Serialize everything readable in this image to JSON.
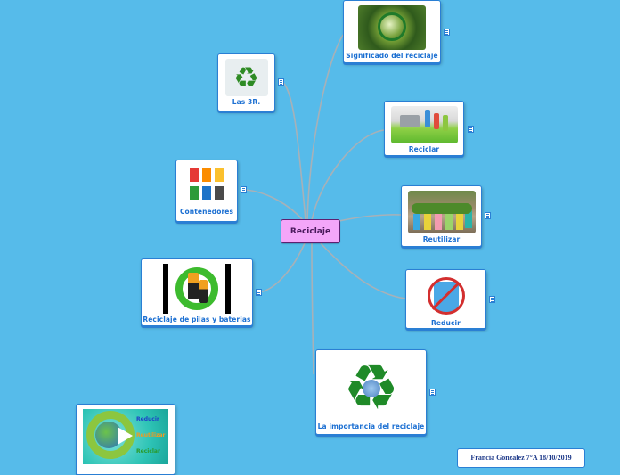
{
  "mindmap": {
    "background_color": "#56bbea",
    "central_topic": {
      "label": "Reciclaje",
      "color": "#f3a6f9",
      "border_color": "#5d1f70"
    },
    "topics": [
      {
        "id": "significado",
        "label": "Significado del reciclaje",
        "image": "earth-with-recycle-arrows",
        "has_note": true
      },
      {
        "id": "las3r",
        "label": "Las 3R.",
        "image": "recycle-symbol-reduce-reuse-recycle",
        "has_note": true
      },
      {
        "id": "reciclar",
        "label": "Reciclar",
        "image": "recycling-bins-with-bottles",
        "has_note": true
      },
      {
        "id": "contenedores",
        "label": "Contenedores",
        "image": "colored-recycling-containers",
        "has_note": true
      },
      {
        "id": "reutilizar",
        "label": "Reutilizar",
        "image": "rain-boots-used-as-planters",
        "has_note": true
      },
      {
        "id": "pilas",
        "label": "Reciclaje de pilas y baterias",
        "image": "batteries-on-recycle-symbol",
        "has_note": true
      },
      {
        "id": "reducir",
        "label": "Reducir",
        "image": "no-plastic-bag",
        "has_note": true
      },
      {
        "id": "importancia",
        "label": "La importancia del reciclaje",
        "image": "recycle-symbol-with-sad-earth",
        "has_note": true
      }
    ],
    "video": {
      "thumbnail_text": [
        "Reducir",
        "Reutilizar",
        "Reciclar"
      ],
      "icon": "play-icon"
    },
    "footer": {
      "text": "Francia Gonzalez 7°A 18/10/2019"
    },
    "note_icon": "note-icon",
    "accent_color": "#1b6fd2",
    "link_color": "#a7b1b8"
  }
}
